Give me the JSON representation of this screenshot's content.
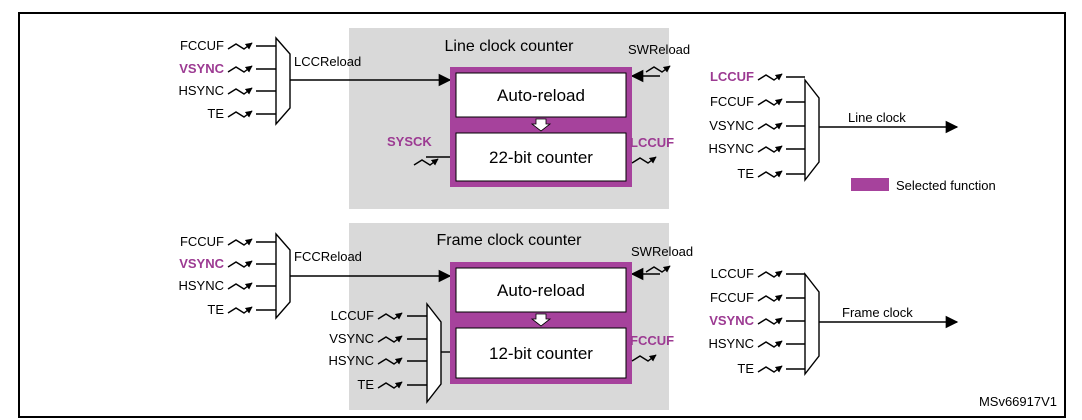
{
  "colors": {
    "selected": "#a6429c",
    "selected_text": "#9c3a92",
    "counter_bg": "#d9d9d9",
    "frame": "#000000"
  },
  "line": {
    "title": "Line clock counter",
    "reload_inputs": [
      {
        "label": "FCCUF",
        "selected": false
      },
      {
        "label": "VSYNC",
        "selected": true
      },
      {
        "label": "HSYNC",
        "selected": false
      },
      {
        "label": "TE",
        "selected": false
      }
    ],
    "reload_label": "LCCReload",
    "sw_reload": "SWReload",
    "autoreload": "Auto-reload",
    "counter": "22-bit counter",
    "clock_input": "SYSCK",
    "underflow": "LCCUF",
    "out_inputs": [
      {
        "label": "LCCUF",
        "selected": true
      },
      {
        "label": "FCCUF",
        "selected": false
      },
      {
        "label": "VSYNC",
        "selected": false
      },
      {
        "label": "HSYNC",
        "selected": false
      },
      {
        "label": "TE",
        "selected": false
      }
    ],
    "out_label": "Line clock"
  },
  "frame": {
    "title": "Frame clock counter",
    "reload_inputs": [
      {
        "label": "FCCUF",
        "selected": false
      },
      {
        "label": "VSYNC",
        "selected": true
      },
      {
        "label": "HSYNC",
        "selected": false
      },
      {
        "label": "TE",
        "selected": false
      }
    ],
    "reload_label": "FCCReload",
    "sw_reload": "SWReload",
    "autoreload": "Auto-reload",
    "counter": "12-bit counter",
    "clock_inputs": [
      {
        "label": "LCCUF",
        "selected": false
      },
      {
        "label": "VSYNC",
        "selected": false
      },
      {
        "label": "HSYNC",
        "selected": false
      },
      {
        "label": "TE",
        "selected": false
      }
    ],
    "underflow": "FCCUF",
    "out_inputs": [
      {
        "label": "LCCUF",
        "selected": false
      },
      {
        "label": "FCCUF",
        "selected": false
      },
      {
        "label": "VSYNC",
        "selected": true
      },
      {
        "label": "HSYNC",
        "selected": false
      },
      {
        "label": "TE",
        "selected": false
      }
    ],
    "out_label": "Frame clock"
  },
  "legend": {
    "label": "Selected function"
  },
  "figure_id": "MSv66917V1"
}
